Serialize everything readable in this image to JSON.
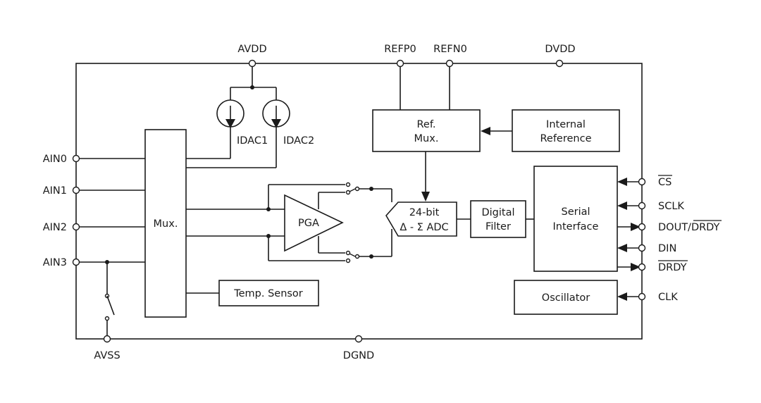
{
  "pins": {
    "avdd": "AVDD",
    "refp0": "REFP0",
    "refn0": "REFN0",
    "dvdd": "DVDD",
    "ain0": "AIN0",
    "ain1": "AIN1",
    "ain2": "AIN2",
    "ain3": "AIN3",
    "avss": "AVSS",
    "dgnd": "DGND",
    "cs": "CS",
    "sclk": "SCLK",
    "dout_prefix": "DOUT/",
    "dout_drdy": "DRDY",
    "din": "DIN",
    "drdy": "DRDY",
    "clk": "CLK"
  },
  "blocks": {
    "idac1": "IDAC1",
    "idac2": "IDAC2",
    "ref_mux_line1": "Ref.",
    "ref_mux_line2": "Mux.",
    "internal_ref_line1": "Internal",
    "internal_ref_line2": "Reference",
    "mux": "Mux.",
    "pga": "PGA",
    "adc_line1": "24-bit",
    "adc_line2": "Δ - Σ ADC",
    "filter_line1": "Digital",
    "filter_line2": "Filter",
    "serial_line1": "Serial",
    "serial_line2": "Interface",
    "temp_sensor": "Temp. Sensor",
    "oscillator": "Oscillator"
  }
}
